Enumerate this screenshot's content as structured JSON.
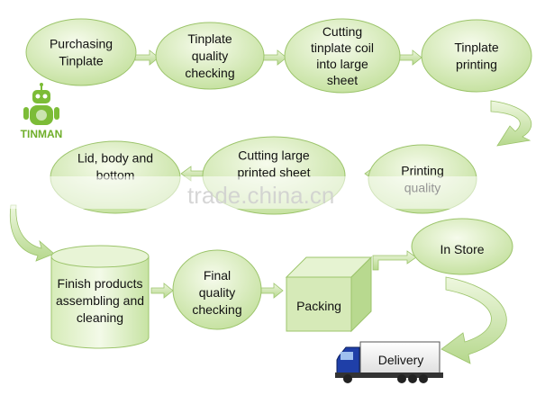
{
  "logo": {
    "text": "TINMAN",
    "icon": "robot-icon"
  },
  "watermark": "trade.china.cn",
  "steps": [
    {
      "id": "purchasing",
      "lines": [
        "Purchasing",
        "Tinplate"
      ]
    },
    {
      "id": "quality",
      "lines": [
        "Tinplate",
        "quality",
        "checking"
      ]
    },
    {
      "id": "cutting-coil",
      "lines": [
        "Cutting",
        "tinplate coil",
        "into large",
        "sheet"
      ]
    },
    {
      "id": "printing",
      "lines": [
        "Tinplate",
        "printing"
      ]
    },
    {
      "id": "printing-quality",
      "lines": [
        "Printing",
        "quality"
      ]
    },
    {
      "id": "cutting-printed",
      "lines": [
        "Cutting large",
        "printed sheet"
      ]
    },
    {
      "id": "lid-body",
      "lines": [
        "Lid, body and",
        "bottom"
      ]
    },
    {
      "id": "finish",
      "lines": [
        "Finish products",
        "assembling and",
        "cleaning"
      ]
    },
    {
      "id": "final-quality",
      "lines": [
        "Final",
        "quality",
        "checking"
      ]
    },
    {
      "id": "packing",
      "lines": [
        "Packing"
      ]
    },
    {
      "id": "in-store",
      "lines": [
        "In Store"
      ]
    },
    {
      "id": "delivery",
      "lines": [
        "Delivery"
      ]
    }
  ],
  "colors": {
    "node_fill_light": "#f3fae6",
    "node_fill_dark": "#c7e3a3",
    "node_stroke": "#9cc46b",
    "arrow_fill": "#c8e3a3",
    "truck_blue": "#1f3fa8",
    "logo_green": "#6fae2a"
  }
}
